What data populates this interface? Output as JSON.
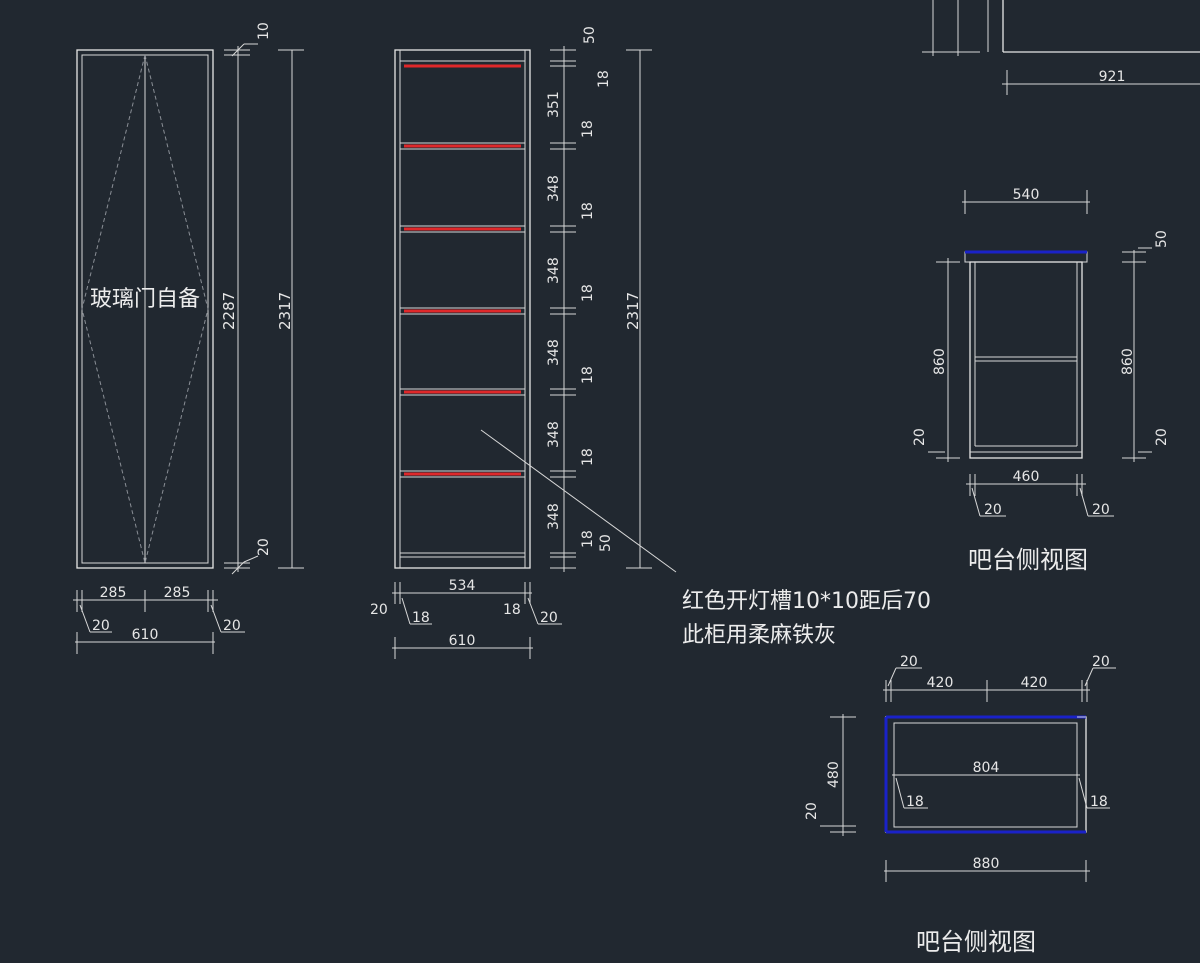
{
  "drawing": {
    "background": "#212830",
    "line_color": "#e6e6e6",
    "accent_red": "#e0282a",
    "accent_blue": "#1a22c8"
  },
  "door_view": {
    "label": "玻璃门自备",
    "dims": {
      "top": "10",
      "height_inner": "2287",
      "height_total": "2317",
      "bottom": "20",
      "half_left": "285",
      "half_right": "285",
      "edge_left": "20",
      "edge_right": "20",
      "width": "610"
    }
  },
  "shelf_view": {
    "dims": {
      "top": "50",
      "t1": "18",
      "s1": "351",
      "t2": "18",
      "s2": "348",
      "t3": "18",
      "s3": "348",
      "t4": "18",
      "s4": "348",
      "t5": "18",
      "s5": "348",
      "t6": "18",
      "s6": "348",
      "t7": "18",
      "bottom": "50",
      "height_total": "2317",
      "inner_width": "534",
      "side_left_outer": "20",
      "side_left_inner": "18",
      "side_right_inner": "18",
      "side_right_outer": "20",
      "width": "610"
    }
  },
  "note": {
    "line1": "红色开灯槽10*10距后70",
    "line2": "此柜用柔麻铁灰"
  },
  "top_partial": {
    "width_dim": "921"
  },
  "bar_side_view": {
    "title": "吧台侧视图",
    "dims": {
      "top_width": "540",
      "top_thickness": "50",
      "height_left": "860",
      "height_right": "860",
      "base_left": "20",
      "base_right": "20",
      "inner_width": "460",
      "edge_left": "20",
      "edge_right": "20"
    }
  },
  "bar_plan_view": {
    "title": "吧台侧视图",
    "dims": {
      "edge_left": "20",
      "half_left": "420",
      "half_right": "420",
      "edge_right": "20",
      "depth": "480",
      "inner_width": "804",
      "panel_left": "18",
      "panel_right": "18",
      "bottom_left": "20",
      "width": "880"
    }
  }
}
